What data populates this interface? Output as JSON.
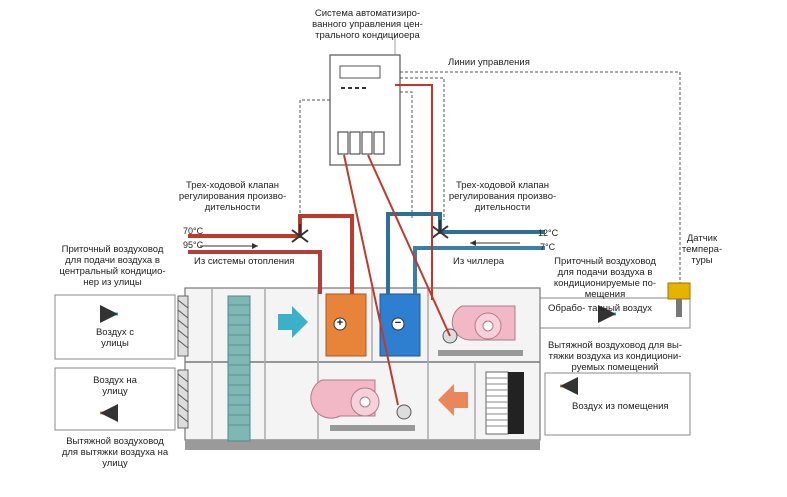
{
  "controller": {
    "title_lines": [
      "Система автоматизиро-",
      "ванного управления цен-",
      "трального кондициоера"
    ]
  },
  "control_lines_label": "Линии управления",
  "valve_heating_label": [
    "Трех-ходовой клапан",
    "регулирования произво-",
    "дительности"
  ],
  "valve_chiller_label": [
    "Трех-ходовой клапан",
    "регулирования произво-",
    "дительности"
  ],
  "heating": {
    "temp_out": "70°C",
    "temp_in": "95°C",
    "source_label": "Из системы отопления"
  },
  "chiller": {
    "temp_out": "12°C",
    "temp_in": "7°C",
    "source_label": "Из чиллера"
  },
  "sensor_label": [
    "Датчик",
    "темпера-",
    "туры"
  ],
  "supply_outdoor_duct_label": [
    "Приточный воздуховод",
    "для подачи воздуха в",
    "центральный кондицио-",
    "нер из улицы"
  ],
  "supply_room_duct_label": [
    "Приточный воздуховод",
    "для подачи воздуха в",
    "кондиционируемые по-",
    "мещения"
  ],
  "exhaust_room_duct_label": [
    "Вытяжной воздуховод для вы-",
    "тяжки воздуха из кондициони-",
    "руемых помещений"
  ],
  "exhaust_street_duct_label": [
    "Вытяжной воздуховод",
    "для вытяжки воздуха на",
    "улицу"
  ],
  "air_from_street": [
    "Воздух с",
    "улицы"
  ],
  "air_to_street": [
    "Воздух на",
    "улицу"
  ],
  "treated_air": "Обрабо- танный воздух",
  "air_from_room": "Воздух из помещения",
  "heater_sign": "+",
  "cooler_sign": "−",
  "colors": {
    "hot_pipe": "#c0392b",
    "cold_pipe": "#2e6f95",
    "heater": "#e8843a",
    "cooler": "#2f7fd1",
    "filter": "#7fb7b5",
    "arrow_cyan": "#3bb0c9",
    "arrow_orange": "#e8865c",
    "fan": "#f2b8c6",
    "sensor": "#e6b400",
    "control_line": "#555555"
  }
}
